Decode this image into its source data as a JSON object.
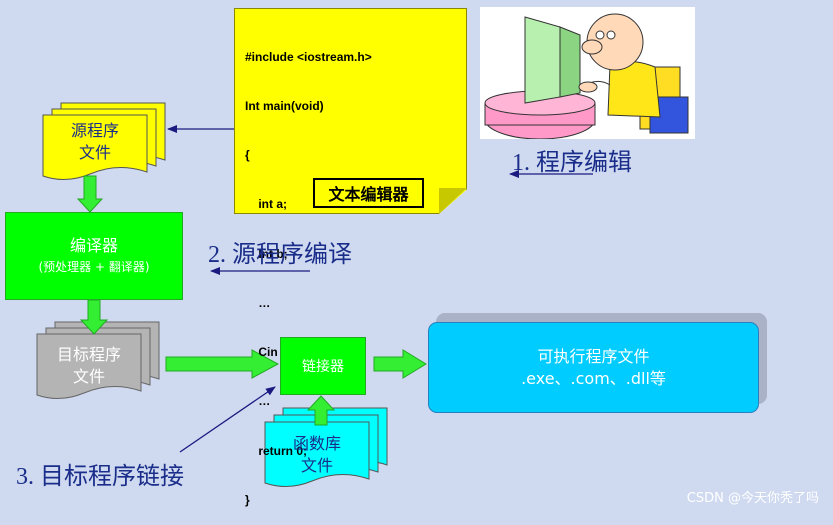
{
  "code_lines": [
    "#include <iostream.h>",
    "Int main(void)",
    "{",
    "    int a;",
    "    Int b;",
    "    …",
    "    Cin >> …;",
    "    …",
    "    return 0;",
    "}"
  ],
  "editor_label": "文本编辑器",
  "source_doc": {
    "line1": "源程序",
    "line2": "文件"
  },
  "compiler": {
    "title": "编译器",
    "subtitle": "(预处理器 + 翻译器)"
  },
  "object_doc": {
    "line1": "目标程序",
    "line2": "文件"
  },
  "linker": "链接器",
  "library_doc": {
    "line1": "函数库",
    "line2": "文件"
  },
  "executable": {
    "line1": "可执行程序文件",
    "line2": ".exe、.com、.dll等"
  },
  "steps": {
    "s1": "1. 程序编辑",
    "s2": "2. 源程序编译",
    "s3": "3. 目标程序链接"
  },
  "watermark": "CSDN @今天你秃了吗",
  "colors": {
    "background": "#cfdaf0",
    "code_note": "#ffff00",
    "source_doc": "#ffff00",
    "compiler": "#00ff00",
    "object_doc": "#b4b4b4",
    "linker": "#00ff00",
    "library_doc": "#00ffff",
    "executable": "#00ccff",
    "step_text": "#1a2d8a",
    "arrow_green": "#33ee33",
    "arrow_navy": "#1a1a80"
  }
}
